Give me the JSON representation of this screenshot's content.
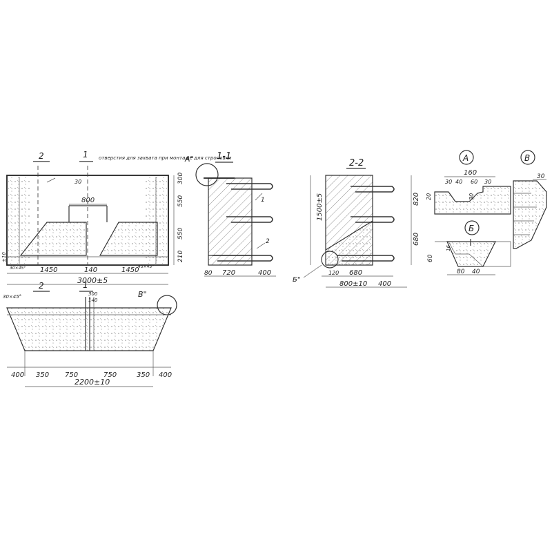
{
  "front_view": {
    "section_marks": {
      "left": "2",
      "mid": "1",
      "lower": "2",
      "lower_mid": "1"
    },
    "note": "отверстия для захвата при монтаже для строповки",
    "callout_a": "А\"",
    "callout_b": "В\"",
    "dims_right": [
      "300",
      "550",
      "550",
      "210"
    ],
    "dim_800": "800",
    "dim_30": "30",
    "dims_bottom": [
      "1450",
      "140",
      "1450"
    ],
    "total": "3000±5",
    "chamfer_left": "30×45°",
    "chamfer_right": "45×45°",
    "left_mark": "±10",
    "left_small": "30"
  },
  "plan_view": {
    "chamfer": "30×45°",
    "dims_top": [
      "300",
      "140"
    ],
    "dims_bottom": [
      "400",
      "350",
      "750",
      "750",
      "350",
      "400"
    ],
    "total": "2200±10"
  },
  "section_1_1": {
    "title": "1-1",
    "dims": [
      "80",
      "720",
      "400"
    ],
    "rebar_marks": [
      "1",
      "2"
    ]
  },
  "section_2_2": {
    "title": "2-2",
    "height": "1500±5",
    "dims_right": [
      "820",
      "680"
    ],
    "dims_bottom": [
      "120",
      "680"
    ],
    "total": "800±10",
    "extra": "400",
    "callout": "Б\""
  },
  "detail_a": {
    "title": "А",
    "width": "160",
    "dims_top": [
      "30",
      "40",
      "60",
      "30"
    ],
    "depth": "30",
    "height": "20"
  },
  "detail_b": {
    "title": "Б",
    "height": "60",
    "inner": "16",
    "dims_bottom": [
      "80",
      "40"
    ]
  },
  "detail_v": {
    "title": "В",
    "dim": "30"
  }
}
